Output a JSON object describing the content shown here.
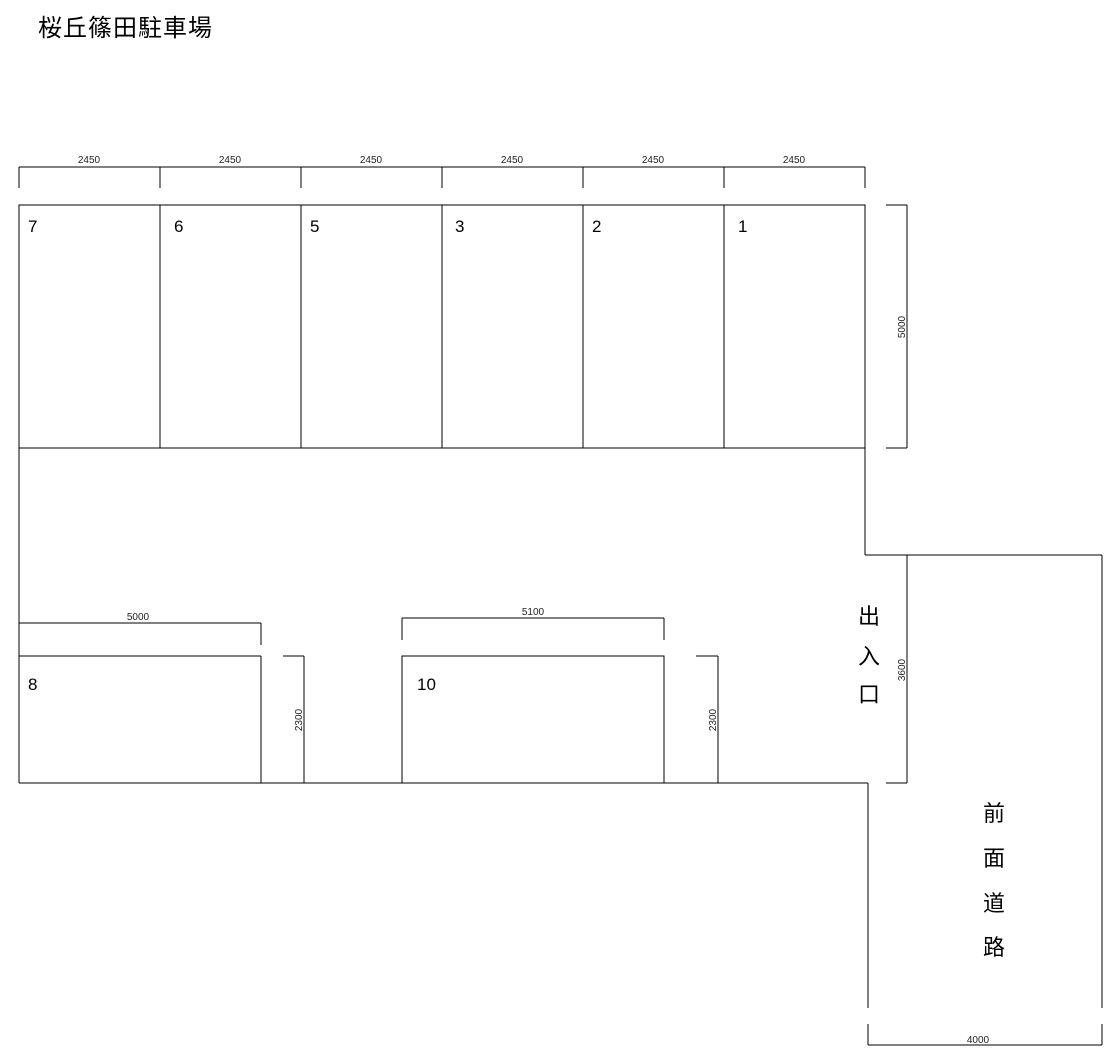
{
  "title": "桜丘篠田駐車場",
  "spaces": {
    "s7": "7",
    "s6": "6",
    "s5": "5",
    "s3": "3",
    "s2": "2",
    "s1": "1",
    "s8": "8",
    "s10": "10"
  },
  "dimensions": {
    "top_widths": [
      "2450",
      "2450",
      "2450",
      "2450",
      "2450",
      "2450"
    ],
    "top_depth": "5000",
    "bottom_left_width": "5000",
    "bottom_mid_width": "5100",
    "bottom_left_depth": "2300",
    "bottom_mid_depth": "2300",
    "entrance_width": "3600",
    "road_width": "4000"
  },
  "labels": {
    "entrance": [
      "出",
      "入",
      "口"
    ],
    "road": [
      "前",
      "面",
      "道",
      "路"
    ]
  }
}
